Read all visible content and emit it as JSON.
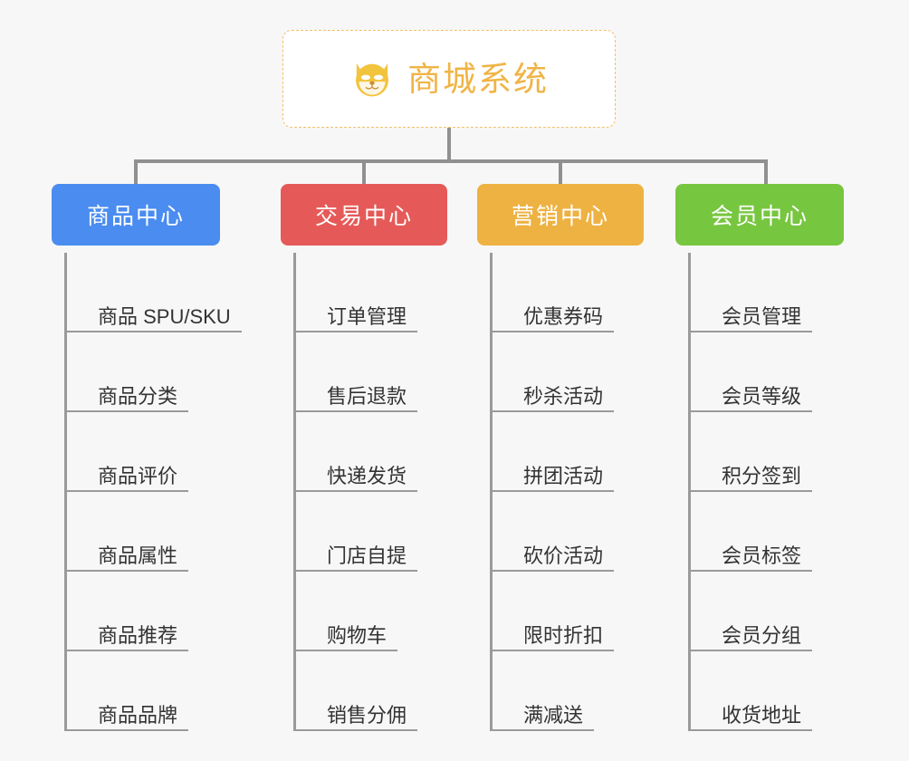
{
  "root": {
    "title": "商城系统",
    "icon": "dog-face-icon",
    "icon_colors": {
      "fur": "#f2c43d",
      "muzzle": "#fdf6e3",
      "nose": "#c98a33",
      "eye": "#ffffff"
    },
    "border_color": "#f3c06b",
    "text_color": "#f0b445",
    "background": "#ffffff"
  },
  "canvas": {
    "background": "#f7f7f7",
    "connector_color": "#909090"
  },
  "columns": [
    {
      "label": "商品中心",
      "color": "#4a8cf0",
      "items": [
        "商品 SPU/SKU",
        "商品分类",
        "商品评价",
        "商品属性",
        "商品推荐",
        "商品品牌"
      ]
    },
    {
      "label": "交易中心",
      "color": "#e55a58",
      "items": [
        "订单管理",
        "售后退款",
        "快递发货",
        "门店自提",
        "购物车",
        "销售分佣"
      ]
    },
    {
      "label": "营销中心",
      "color": "#eeb243",
      "items": [
        "优惠券码",
        "秒杀活动",
        "拼团活动",
        "砍价活动",
        "限时折扣",
        "满减送"
      ]
    },
    {
      "label": "会员中心",
      "color": "#77c63f",
      "items": [
        "会员管理",
        "会员等级",
        "积分签到",
        "会员标签",
        "会员分组",
        "收货地址"
      ]
    }
  ]
}
